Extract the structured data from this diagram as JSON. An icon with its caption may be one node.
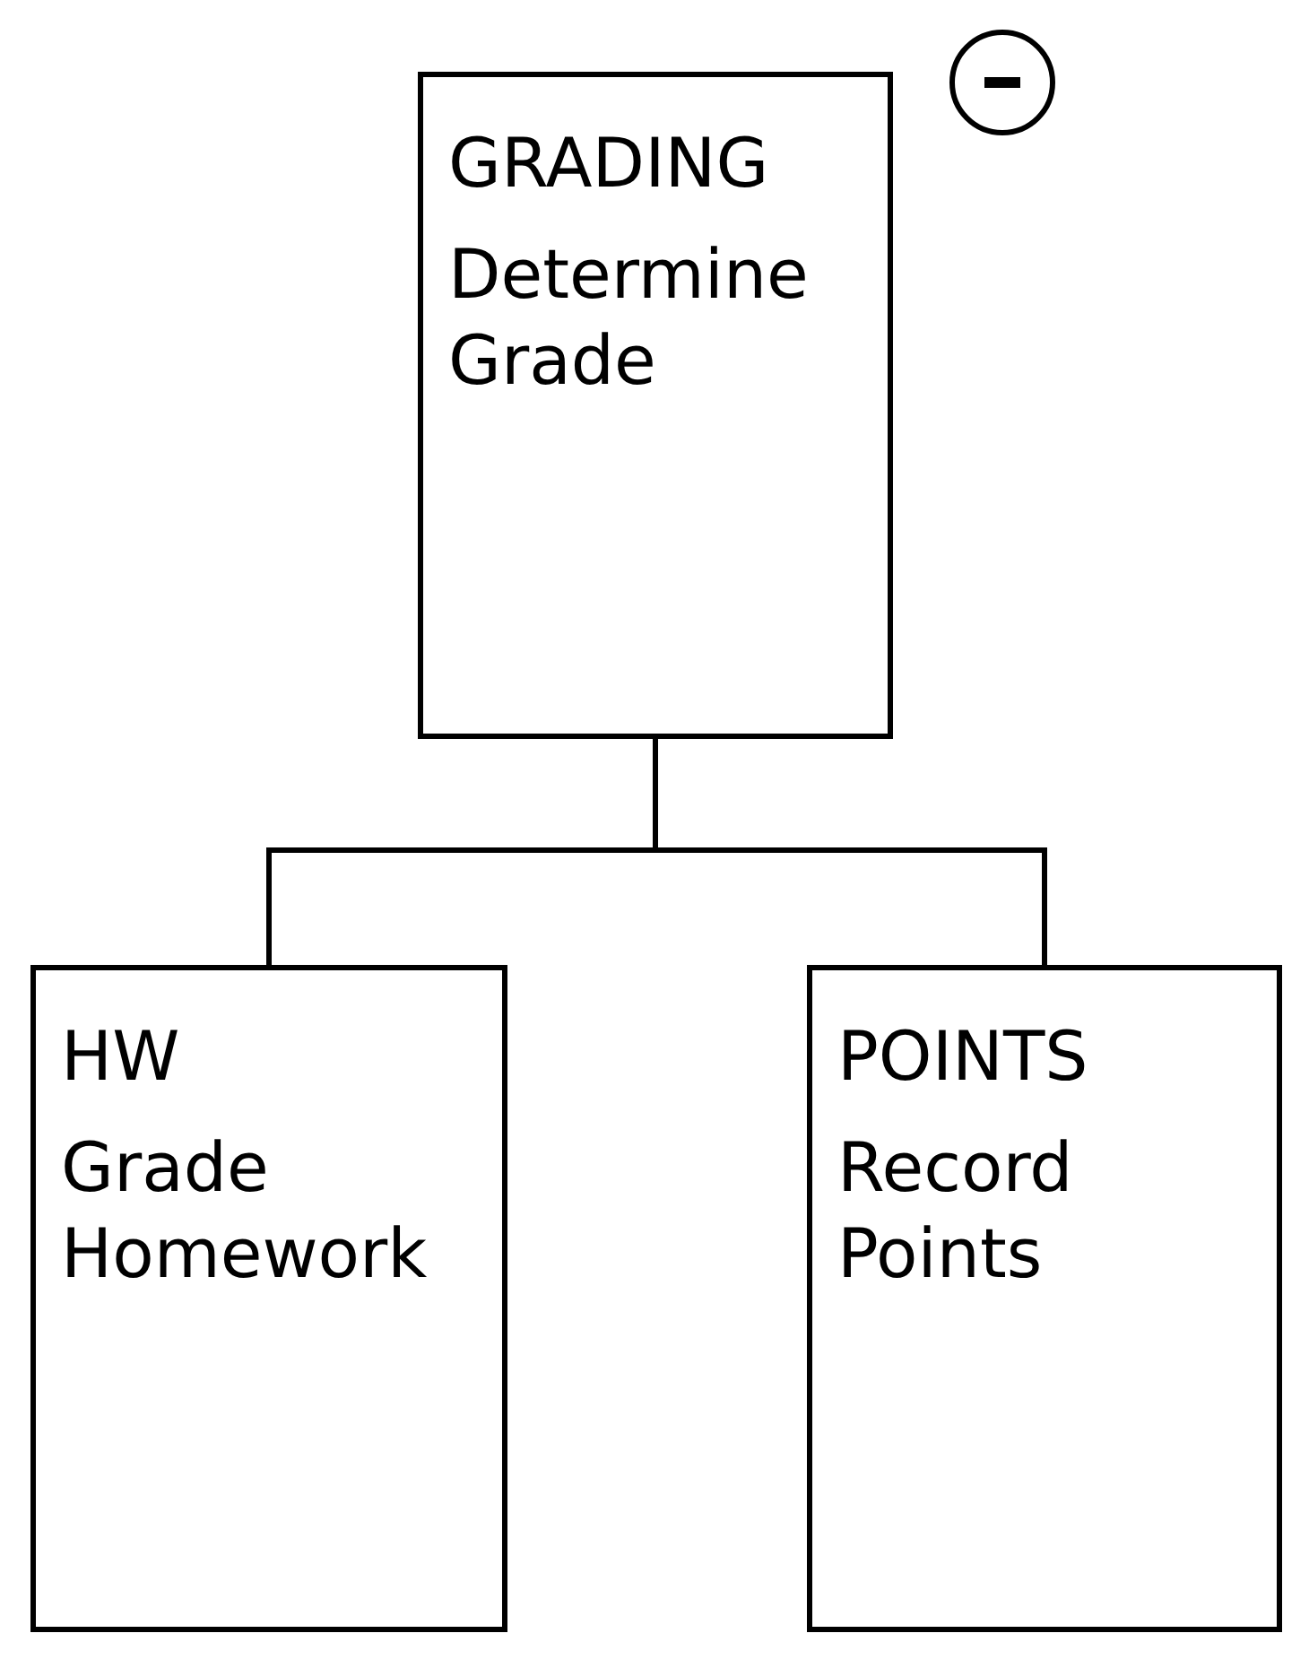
{
  "diagram": {
    "nodes": [
      {
        "text": [
          "GRADING",
          "Determine Grade"
        ]
      },
      {
        "text": [
          "HW",
          "Grade Homework"
        ]
      },
      {
        "text": [
          "POINTS",
          "Record Points"
        ]
      }
    ],
    "edges": [
      {
        "from": 0,
        "to": 1,
        "arrow": "none"
      },
      {
        "from": 0,
        "to": 2,
        "arrow": "none"
      }
    ]
  }
}
